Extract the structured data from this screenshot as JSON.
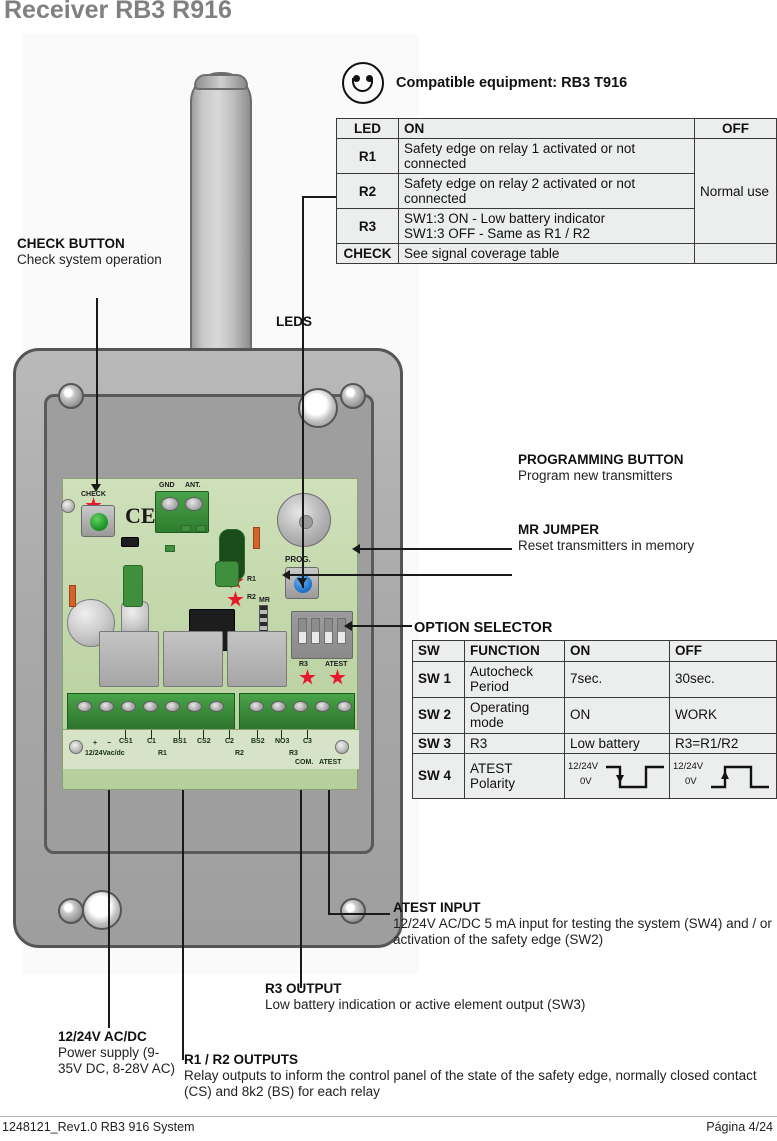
{
  "page_title": "Receiver RB3 R916",
  "compatible": {
    "icon": "smiley-face-icon",
    "text": "Compatible equipment: RB3 T916"
  },
  "led_table": {
    "headers": [
      "LED",
      "ON",
      "OFF"
    ],
    "rows": [
      {
        "led": "R1",
        "on": "Safety edge on relay 1 activated or not connected"
      },
      {
        "led": "R2",
        "on": "Safety edge on relay 2 activated or not connected"
      },
      {
        "led": "R3",
        "on_line1": "SW1:3 ON - Low battery indicator",
        "on_line2": "SW1:3 OFF - Same as R1 / R2"
      },
      {
        "led": "CHECK",
        "on": "See signal coverage table"
      }
    ],
    "off_merged": "Normal use"
  },
  "option_selector": {
    "title": "OPTION SELECTOR",
    "headers": [
      "SW",
      "FUNCTION",
      "ON",
      "OFF"
    ],
    "rows": [
      {
        "sw": "SW 1",
        "function": "Autocheck Period",
        "on": "7sec.",
        "off": "30sec."
      },
      {
        "sw": "SW 2",
        "function": "Operating mode",
        "on": "ON",
        "off": "WORK"
      },
      {
        "sw": "SW 3",
        "function": "R3",
        "on": "Low battery",
        "off": "R3=R1/R2"
      },
      {
        "sw": "SW 4",
        "function": "ATEST Polarity",
        "on_wave_high": "12/24V",
        "on_wave_low": "0V",
        "off_wave_high": "12/24V",
        "off_wave_low": "0V"
      }
    ]
  },
  "callouts": {
    "check_button": {
      "title": "CHECK BUTTON",
      "body": "Check system operation"
    },
    "leds": {
      "title": "LEDS"
    },
    "programming_button": {
      "title": "PROGRAMMING BUTTON",
      "body": "Program new transmitters"
    },
    "mr_jumper": {
      "title": "MR JUMPER",
      "body": "Reset transmitters in memory"
    },
    "atest_input": {
      "title": "ATEST INPUT",
      "body": "12/24V AC/DC 5 mA input for testing the system (SW4) and / or activation of the safety edge (SW2)"
    },
    "r3_output": {
      "title": "R3 OUTPUT",
      "body": "Low battery indication or active element output (SW3)"
    },
    "power_supply": {
      "title": "12/24V AC/DC",
      "body": "Power supply (9-35V DC, 8-28V AC)"
    },
    "r1_r2_outputs": {
      "title": "R1 / R2 OUTPUTS",
      "body": "Relay outputs to inform the control panel of the state of the safety edge, normally closed contact (CS) and 8k2 (BS) for each relay"
    }
  },
  "pcb_labels": {
    "check": "CHECK",
    "gnd": "GND",
    "ant": "ANT.",
    "prog": "PROG.",
    "mr": "MR",
    "r1": "R1",
    "r2": "R2",
    "r3_led": "R3",
    "atest_led": "ATEST",
    "ce": "CE"
  },
  "terminal_labels": {
    "power": "12/24Vac/dc",
    "plus": "+",
    "minus": "−",
    "cs1": "CS1",
    "c1": "C1",
    "bs1": "BS1",
    "r1": "R1",
    "cs2": "CS2",
    "c2": "C2",
    "bs2": "BS2",
    "r2": "R2",
    "no3": "NO3",
    "c3": "C3",
    "r3": "R3",
    "com": "COM.",
    "atest": "ATEST"
  },
  "footer": {
    "left": "1248121_Rev1.0 RB3 916 System",
    "right": "Página 4/24"
  },
  "colors": {
    "title_gray": "#808080",
    "table_cell_bg": "#eceded",
    "table_border": "#3a3a3a",
    "led_red": "#e8192c",
    "pcb_green": "#c3d8ab",
    "terminal_green": "#3c8f3c",
    "prog_button_blue": "#1b6fc4",
    "check_button_green": "#18901f"
  }
}
